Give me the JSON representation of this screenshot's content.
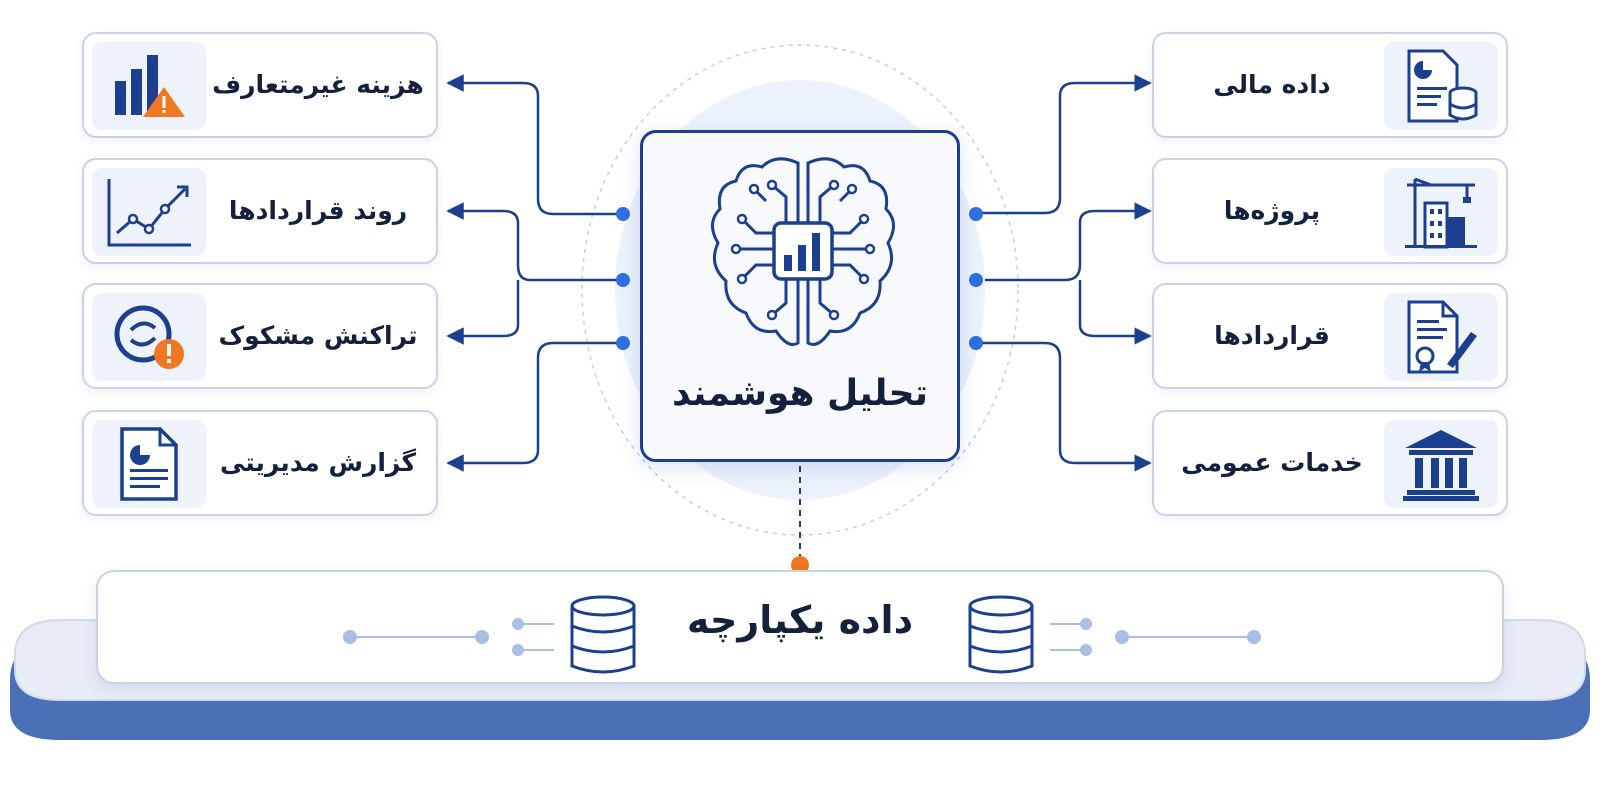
{
  "hub": {
    "title": "تحلیل هوشمند"
  },
  "platform": {
    "title": "داده یکپارچه"
  },
  "inputs": [
    {
      "label": "داده مالی",
      "icon": "financial-report-icon"
    },
    {
      "label": "پروژه‌ها",
      "icon": "building-crane-icon"
    },
    {
      "label": "قراردادها",
      "icon": "signed-contract-icon"
    },
    {
      "label": "خدمات عمومی",
      "icon": "government-building-icon"
    }
  ],
  "outputs": [
    {
      "label": "هزینه غیرمتعارف",
      "icon": "bar-chart-warning-icon"
    },
    {
      "label": "روند قراردادها",
      "icon": "trend-line-chart-icon"
    },
    {
      "label": "تراکنش مشکوک",
      "icon": "suspicious-transaction-icon"
    },
    {
      "label": "گزارش مدیریتی",
      "icon": "management-report-icon"
    }
  ],
  "colors": {
    "primary": "#1d3f8f",
    "accent": "#2f6fe0",
    "warning": "#f07820",
    "base": "#4a6fb5",
    "panel": "#eef2fa"
  }
}
